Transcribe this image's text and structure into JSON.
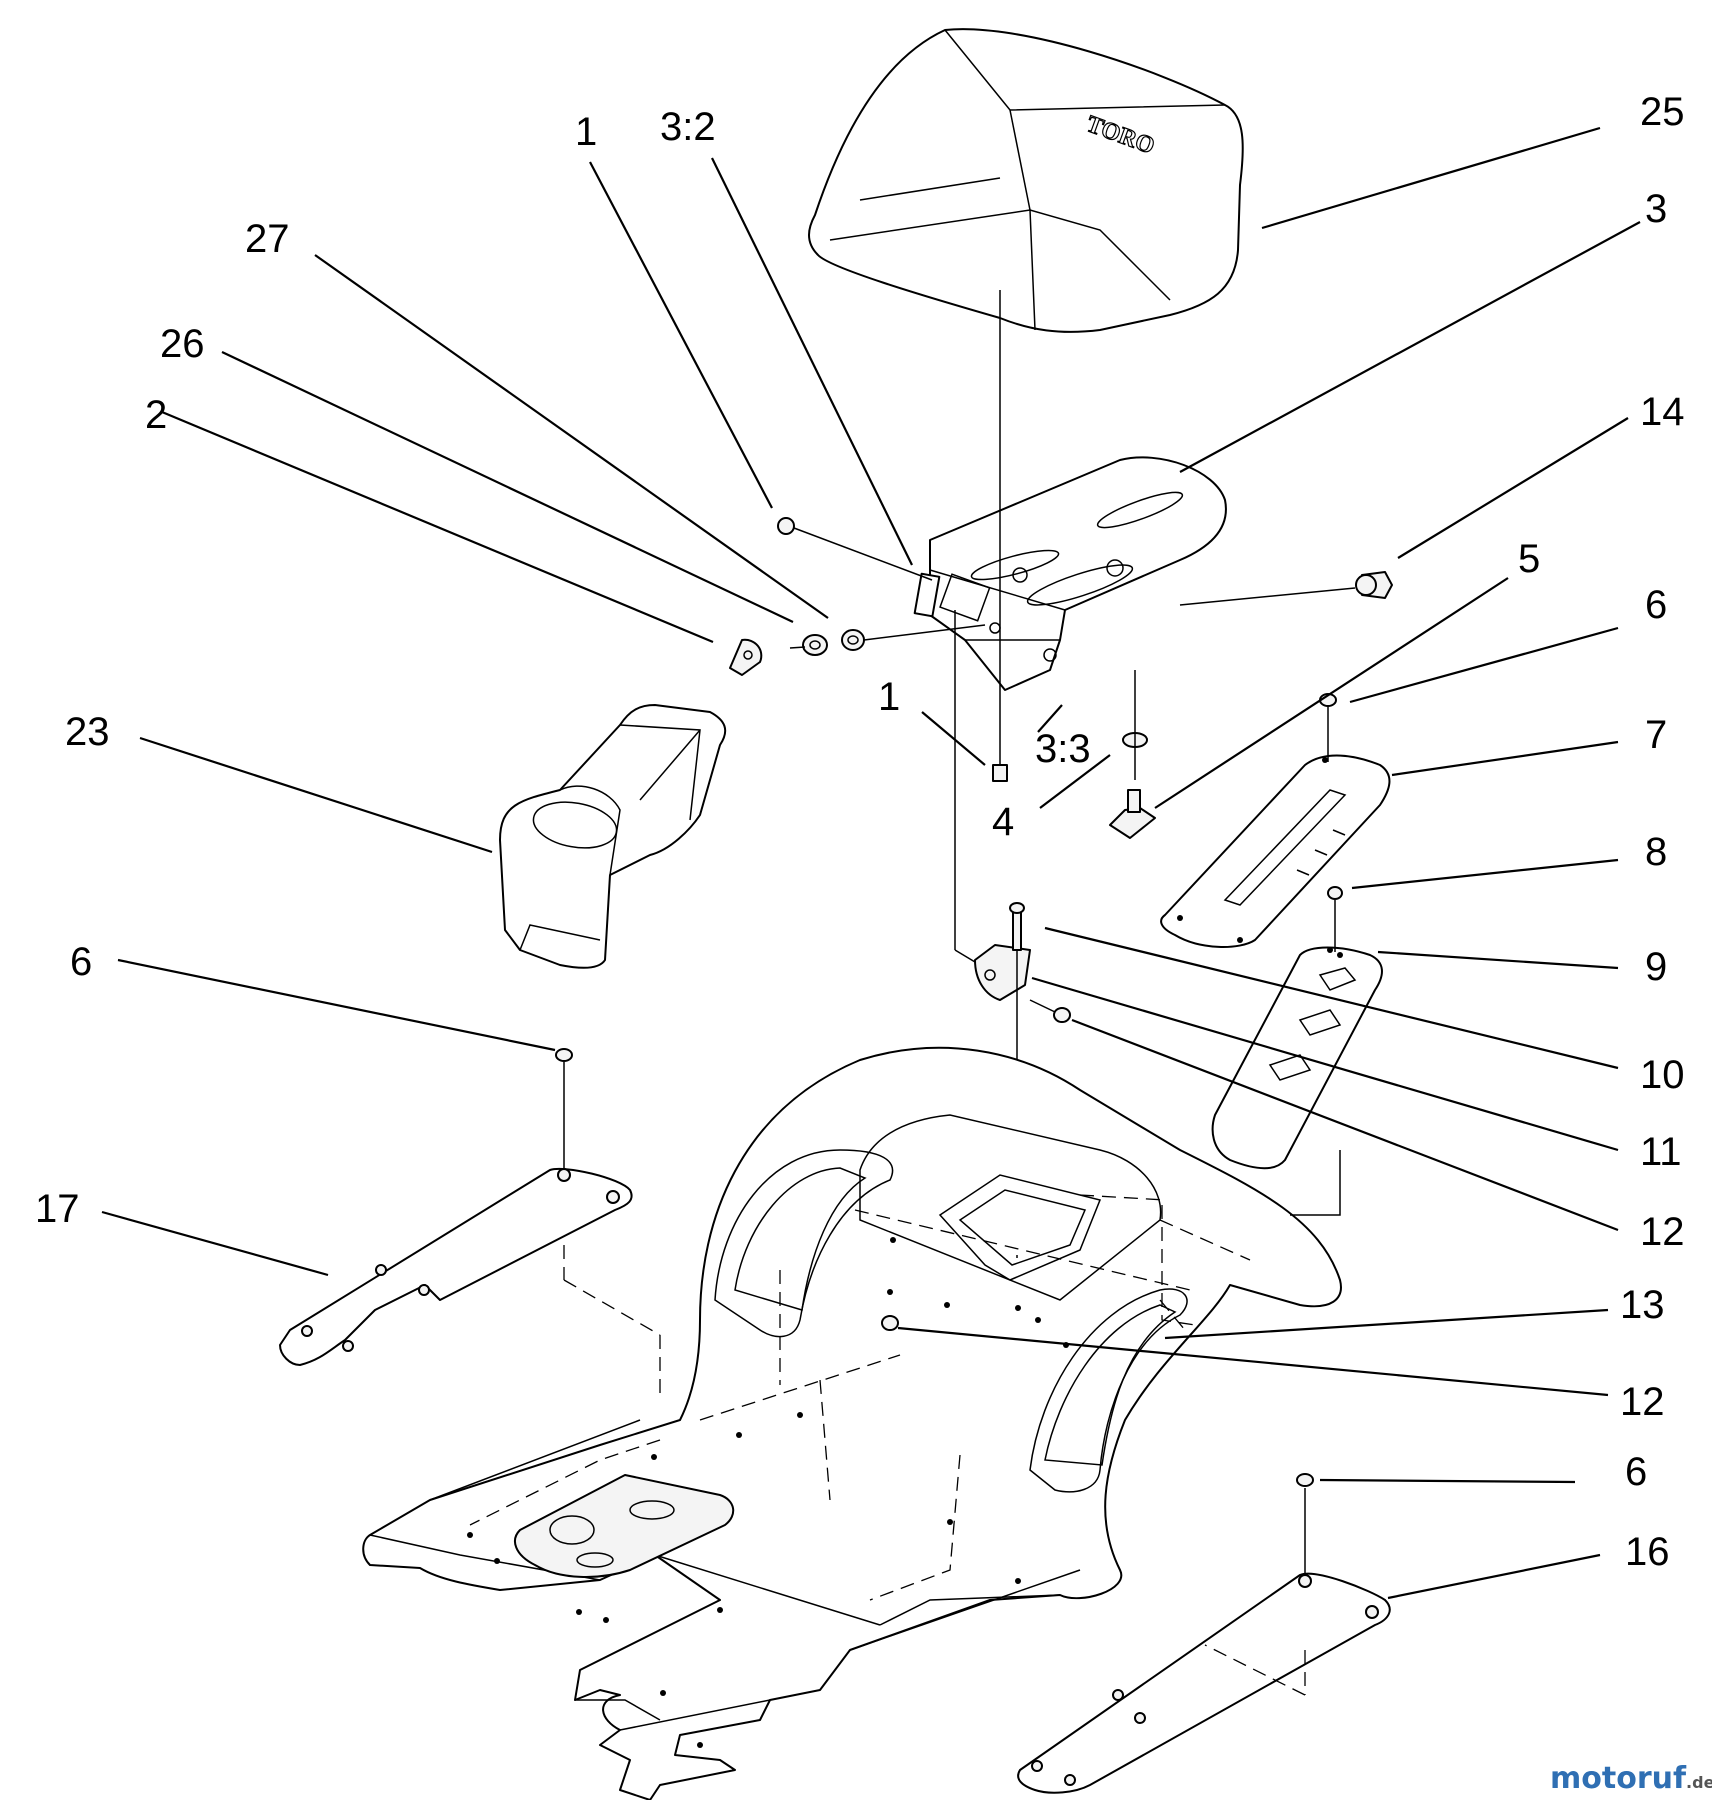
{
  "seat_logo": "TORO",
  "callouts": [
    {
      "id": "c-25",
      "label": "25"
    },
    {
      "id": "c-3",
      "label": "3"
    },
    {
      "id": "c-1a",
      "label": "1"
    },
    {
      "id": "c-3-2",
      "label": "3:2"
    },
    {
      "id": "c-27",
      "label": "27"
    },
    {
      "id": "c-26",
      "label": "26"
    },
    {
      "id": "c-2",
      "label": "2"
    },
    {
      "id": "c-14",
      "label": "14"
    },
    {
      "id": "c-5",
      "label": "5"
    },
    {
      "id": "c-6a",
      "label": "6"
    },
    {
      "id": "c-7",
      "label": "7"
    },
    {
      "id": "c-1b",
      "label": "1"
    },
    {
      "id": "c-3-3",
      "label": "3:3"
    },
    {
      "id": "c-4",
      "label": "4"
    },
    {
      "id": "c-23",
      "label": "23"
    },
    {
      "id": "c-8",
      "label": "8"
    },
    {
      "id": "c-9",
      "label": "9"
    },
    {
      "id": "c-10",
      "label": "10"
    },
    {
      "id": "c-11",
      "label": "11"
    },
    {
      "id": "c-12a",
      "label": "12"
    },
    {
      "id": "c-6b",
      "label": "6"
    },
    {
      "id": "c-17",
      "label": "17"
    },
    {
      "id": "c-13",
      "label": "13"
    },
    {
      "id": "c-12b",
      "label": "12"
    },
    {
      "id": "c-6c",
      "label": "6"
    },
    {
      "id": "c-16",
      "label": "16"
    }
  ],
  "watermark": {
    "text_main": "motoruf",
    "text_suffix": ".de",
    "colors": {
      "m1": "#2f6fb3",
      "m2": "#e0312b",
      "m3": "#2f6fb3",
      "suffix": "#555555"
    }
  }
}
